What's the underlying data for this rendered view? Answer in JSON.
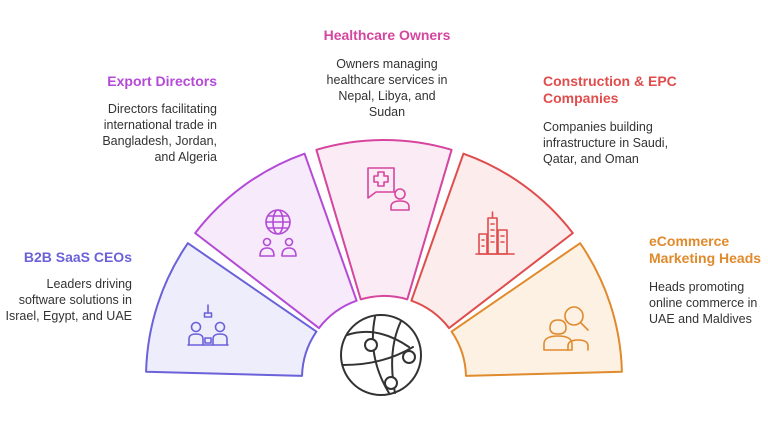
{
  "segments": [
    {
      "title": "B2B SaaS CEOs",
      "description": [
        "Leaders driving",
        "software solutions in",
        "Israel, Egypt, and UAE"
      ],
      "icon": "handshake-meeting-icon",
      "color": "#6b61d9",
      "fill": "#eeedfb"
    },
    {
      "title": "Export Directors",
      "description": [
        "Directors facilitating",
        "international trade in",
        "Bangladesh, Jordan,",
        "and Algeria"
      ],
      "icon": "globe-people-icon",
      "color": "#b44ad6",
      "fill": "#f7eafb"
    },
    {
      "title": "Healthcare Owners",
      "description": [
        "Owners managing",
        "healthcare services in",
        "Nepal, Libya, and",
        "Sudan"
      ],
      "icon": "medical-chat-person-icon",
      "color": "#d6459e",
      "fill": "#fbebf4"
    },
    {
      "title": "Construction & EPC Companies",
      "title_lines": [
        "Construction & EPC",
        "Companies"
      ],
      "description": [
        "Companies building",
        "infrastructure in Saudi,",
        "Qatar, and Oman"
      ],
      "icon": "buildings-icon",
      "color": "#df4d4d",
      "fill": "#fcecec"
    },
    {
      "title": "eCommerce Marketing Heads",
      "title_lines": [
        "eCommerce",
        "Marketing Heads"
      ],
      "description": [
        "Heads promoting",
        "online commerce in",
        "UAE and Maldives"
      ],
      "icon": "people-search-icon",
      "color": "#e08a2c",
      "fill": "#fdf1e4"
    }
  ],
  "center_icon": "network-globe-icon",
  "colors": {
    "center_stroke": "#333333",
    "text_dark": "#333333"
  }
}
